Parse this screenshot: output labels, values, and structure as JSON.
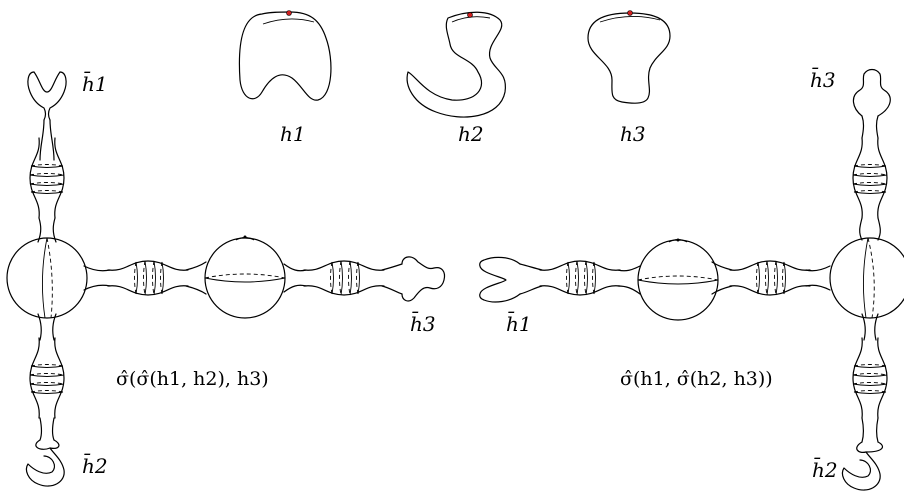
{
  "labels": {
    "h1": "h1",
    "h2": "h2",
    "h3": "h3",
    "hbar1_left": "h̄1",
    "hbar2_left": "h̄2",
    "hbar3_left": "h̄3",
    "hbar1_right": "h̄1",
    "hbar2_right": "h̄2",
    "hbar3_right": "h̄3"
  },
  "expressions": {
    "left": "σ̂(σ̂(h1, h2), h3)",
    "right": "σ̂(h1, σ̂(h2, h3))"
  },
  "colors": {
    "marker": "#d02020",
    "stroke": "#000000"
  }
}
